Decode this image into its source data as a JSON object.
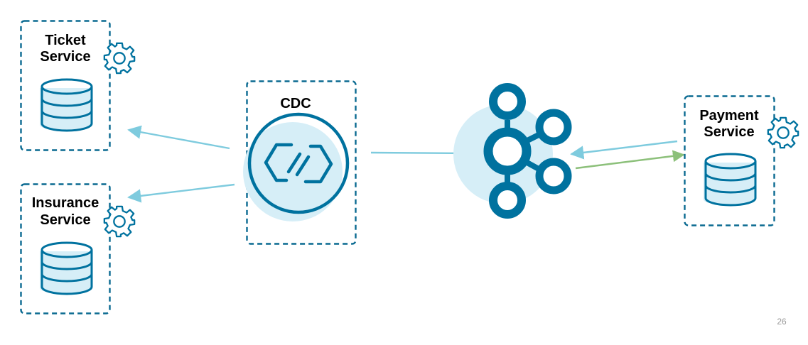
{
  "services": {
    "ticket": {
      "line1": "Ticket",
      "line2": "Service"
    },
    "insurance": {
      "line1": "Insurance",
      "line2": "Service"
    },
    "payment": {
      "line1": "Payment",
      "line2": "Service"
    }
  },
  "cdc": {
    "label": "CDC"
  },
  "page_number": "26",
  "colors": {
    "primary": "#00729f",
    "light_fill": "#d6eef7",
    "arrow_blue": "#7ecbde",
    "arrow_green": "#8cc07a",
    "dash_border": "#0a6a91"
  },
  "icons": {
    "service_gear": "gear-icon",
    "service_db": "database-icon",
    "cdc": "cdc-connector-icon",
    "broker": "kafka-broker-icon"
  }
}
